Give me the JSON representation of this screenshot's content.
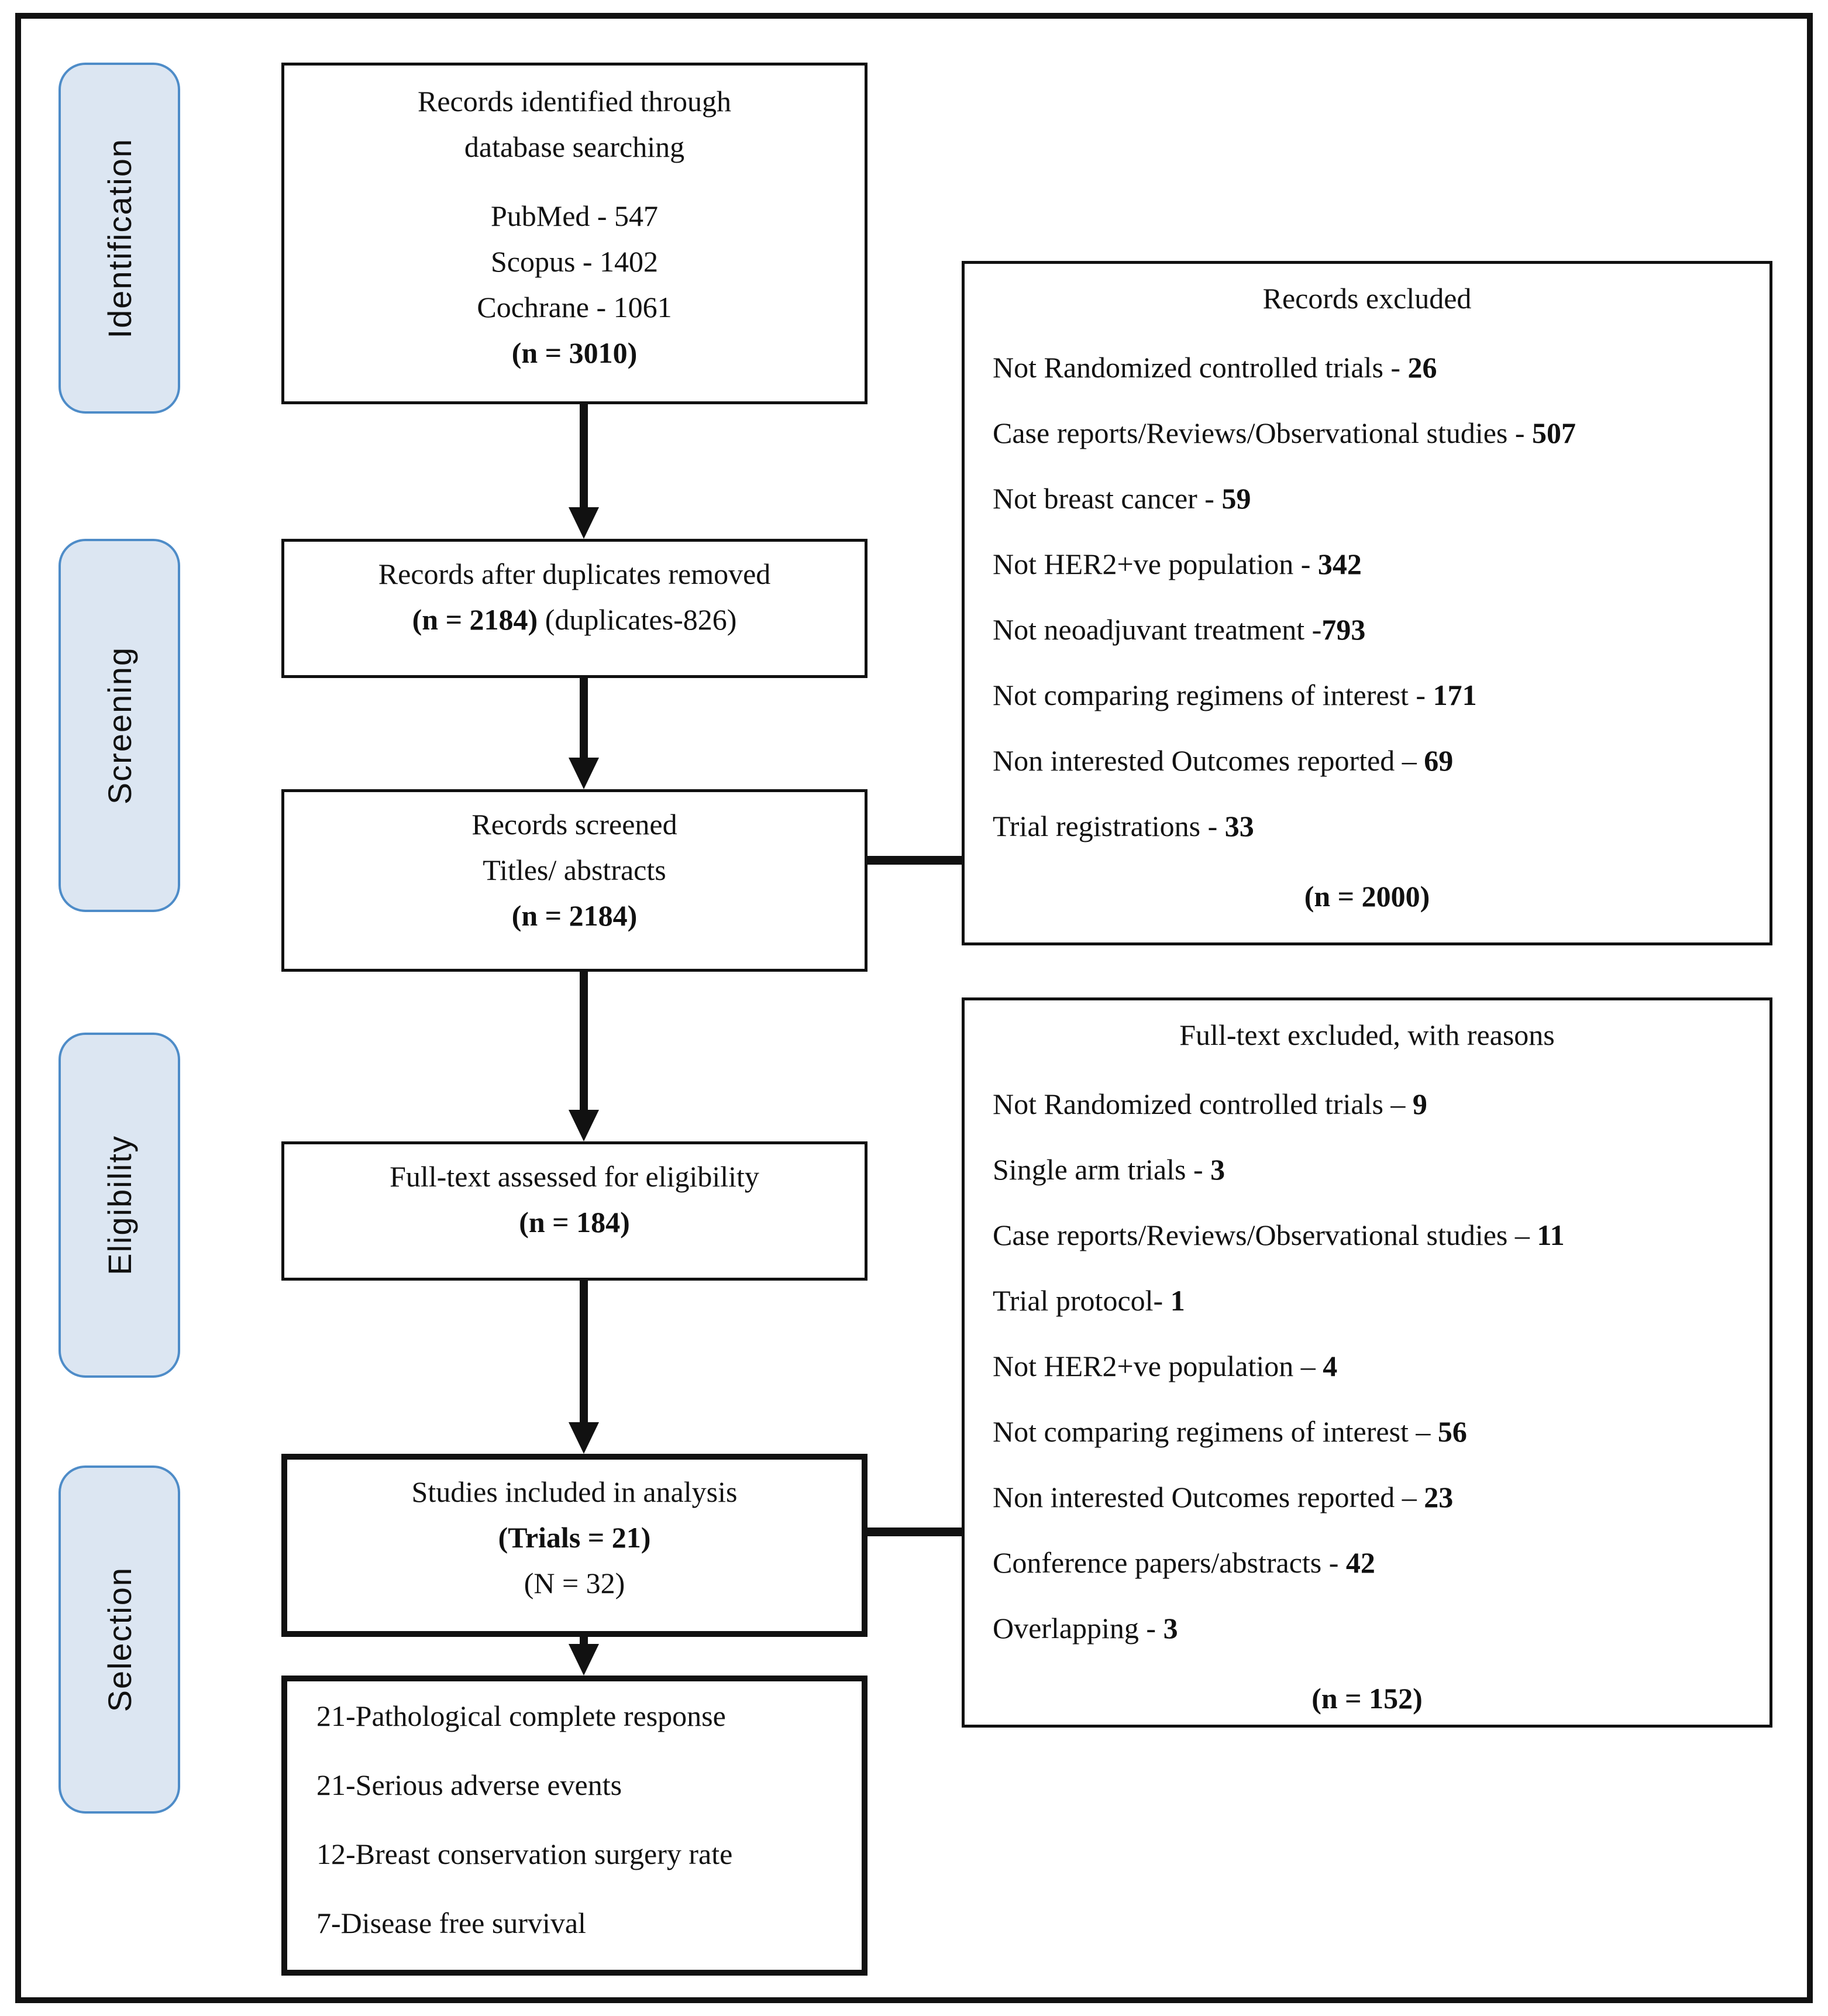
{
  "colors": {
    "stage_fill": "#dce6f2",
    "stage_border": "#4e8cc8",
    "line": "#111111",
    "background": "#ffffff"
  },
  "stages": [
    {
      "label": "Identification"
    },
    {
      "label": "Screening"
    },
    {
      "label": "Eligibility"
    },
    {
      "label": "Selection"
    }
  ],
  "flow": {
    "identified": {
      "line1": "Records identified through",
      "line2": "database searching",
      "sources": [
        "PubMed - 547",
        "Scopus - 1402",
        "Cochrane - 1061"
      ],
      "total": "(n = 3010)"
    },
    "duplicates": {
      "line1": "Records after duplicates removed",
      "count": "(n = 2184)",
      "note": " (duplicates-826)"
    },
    "screened": {
      "line1": "Records screened",
      "line2": "Titles/ abstracts",
      "count": "(n = 2184)"
    },
    "fulltext": {
      "line1": "Full-text assessed for eligibility",
      "count": "(n = 184)"
    },
    "included": {
      "line1": "Studies included in analysis",
      "count": "(Trials = 21)",
      "note": "(N = 32)"
    },
    "outcomes": {
      "items": [
        "21-Pathological complete response",
        "21-Serious adverse events",
        "12-Breast conservation surgery rate",
        "7-Disease free survival"
      ]
    }
  },
  "records_excluded": {
    "title": "Records excluded",
    "items": [
      {
        "label": "Not Randomized controlled trials - ",
        "value": "26"
      },
      {
        "label": "Case reports/Reviews/Observational studies - ",
        "value": "507"
      },
      {
        "label": "Not breast cancer - ",
        "value": "59"
      },
      {
        "label": "Not HER2+ve population - ",
        "value": "342"
      },
      {
        "label": "Not neoadjuvant treatment -",
        "value": "793"
      },
      {
        "label": "Not comparing regimens of interest - ",
        "value": "171"
      },
      {
        "label": "Non interested Outcomes reported – ",
        "value": "69"
      },
      {
        "label": "Trial registrations - ",
        "value": "33"
      }
    ],
    "total": "(n = 2000)"
  },
  "fulltext_excluded": {
    "title": "Full-text excluded, with reasons",
    "items": [
      {
        "label": "Not Randomized controlled trials – ",
        "value": "9"
      },
      {
        "label": "Single arm trials - ",
        "value": "3"
      },
      {
        "label": "Case reports/Reviews/Observational studies – ",
        "value": "11"
      },
      {
        "label": "Trial protocol- ",
        "value": "1"
      },
      {
        "label": "Not HER2+ve population – ",
        "value": "4"
      },
      {
        "label": "Not comparing regimens of interest – ",
        "value": "56"
      },
      {
        "label": "Non interested Outcomes reported – ",
        "value": "23"
      },
      {
        "label": "Conference papers/abstracts - ",
        "value": "42"
      },
      {
        "label": "Overlapping - ",
        "value": "3"
      }
    ],
    "total": "(n = 152)"
  }
}
